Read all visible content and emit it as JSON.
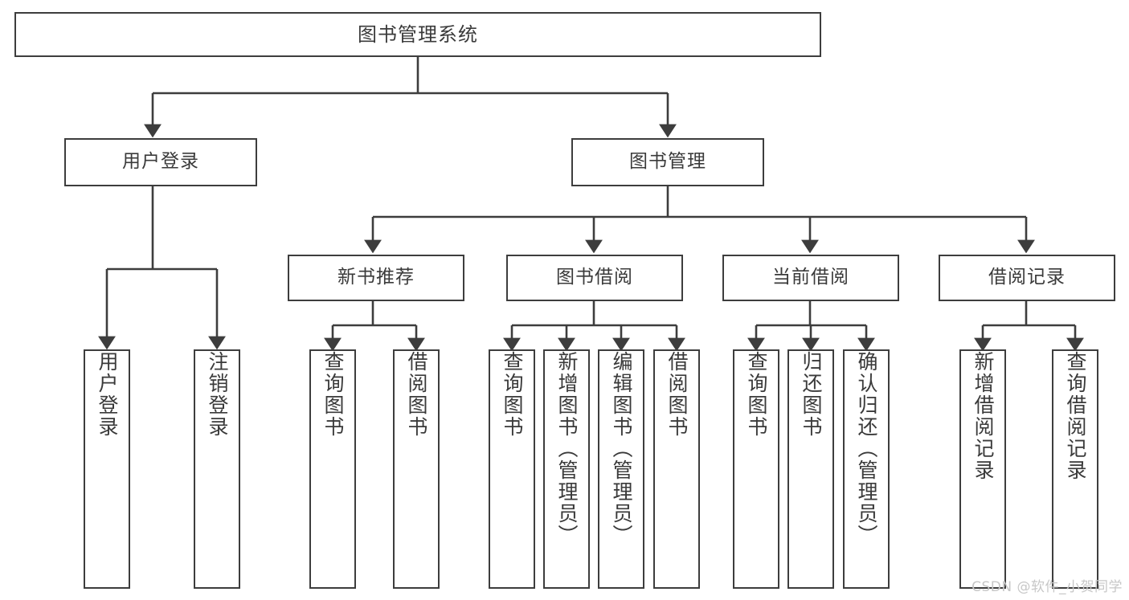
{
  "diagram": {
    "type": "tree",
    "title": "图书管理系统",
    "watermark": "CSDN @软件_小贺同学",
    "colors": {
      "border": "#3d3d3d",
      "text": "#3a3a3a",
      "background": "#ffffff",
      "watermark": "#c7c7c7"
    },
    "nodes": {
      "root": {
        "label": "图书管理系统"
      },
      "level2": [
        {
          "label": "用户登录"
        },
        {
          "label": "图书管理"
        }
      ],
      "level3": [
        {
          "label": "新书推荐"
        },
        {
          "label": "图书借阅"
        },
        {
          "label": "当前借阅"
        },
        {
          "label": "借阅记录"
        }
      ],
      "leaves": {
        "user_login": [
          {
            "label": "用户登录"
          },
          {
            "label": "注销登录"
          }
        ],
        "new_book": [
          {
            "label": "查询图书"
          },
          {
            "label": "借阅图书"
          }
        ],
        "book_borrow": [
          {
            "label": "查询图书"
          },
          {
            "label": "新增图书（管理员）"
          },
          {
            "label": "编辑图书（管理员）"
          },
          {
            "label": "借阅图书"
          }
        ],
        "current_borrow": [
          {
            "label": "查询图书"
          },
          {
            "label": "归还图书"
          },
          {
            "label": "确认归还（管理员）"
          }
        ],
        "borrow_record": [
          {
            "label": "新增借阅记录"
          },
          {
            "label": "查询借阅记录"
          }
        ]
      }
    }
  }
}
